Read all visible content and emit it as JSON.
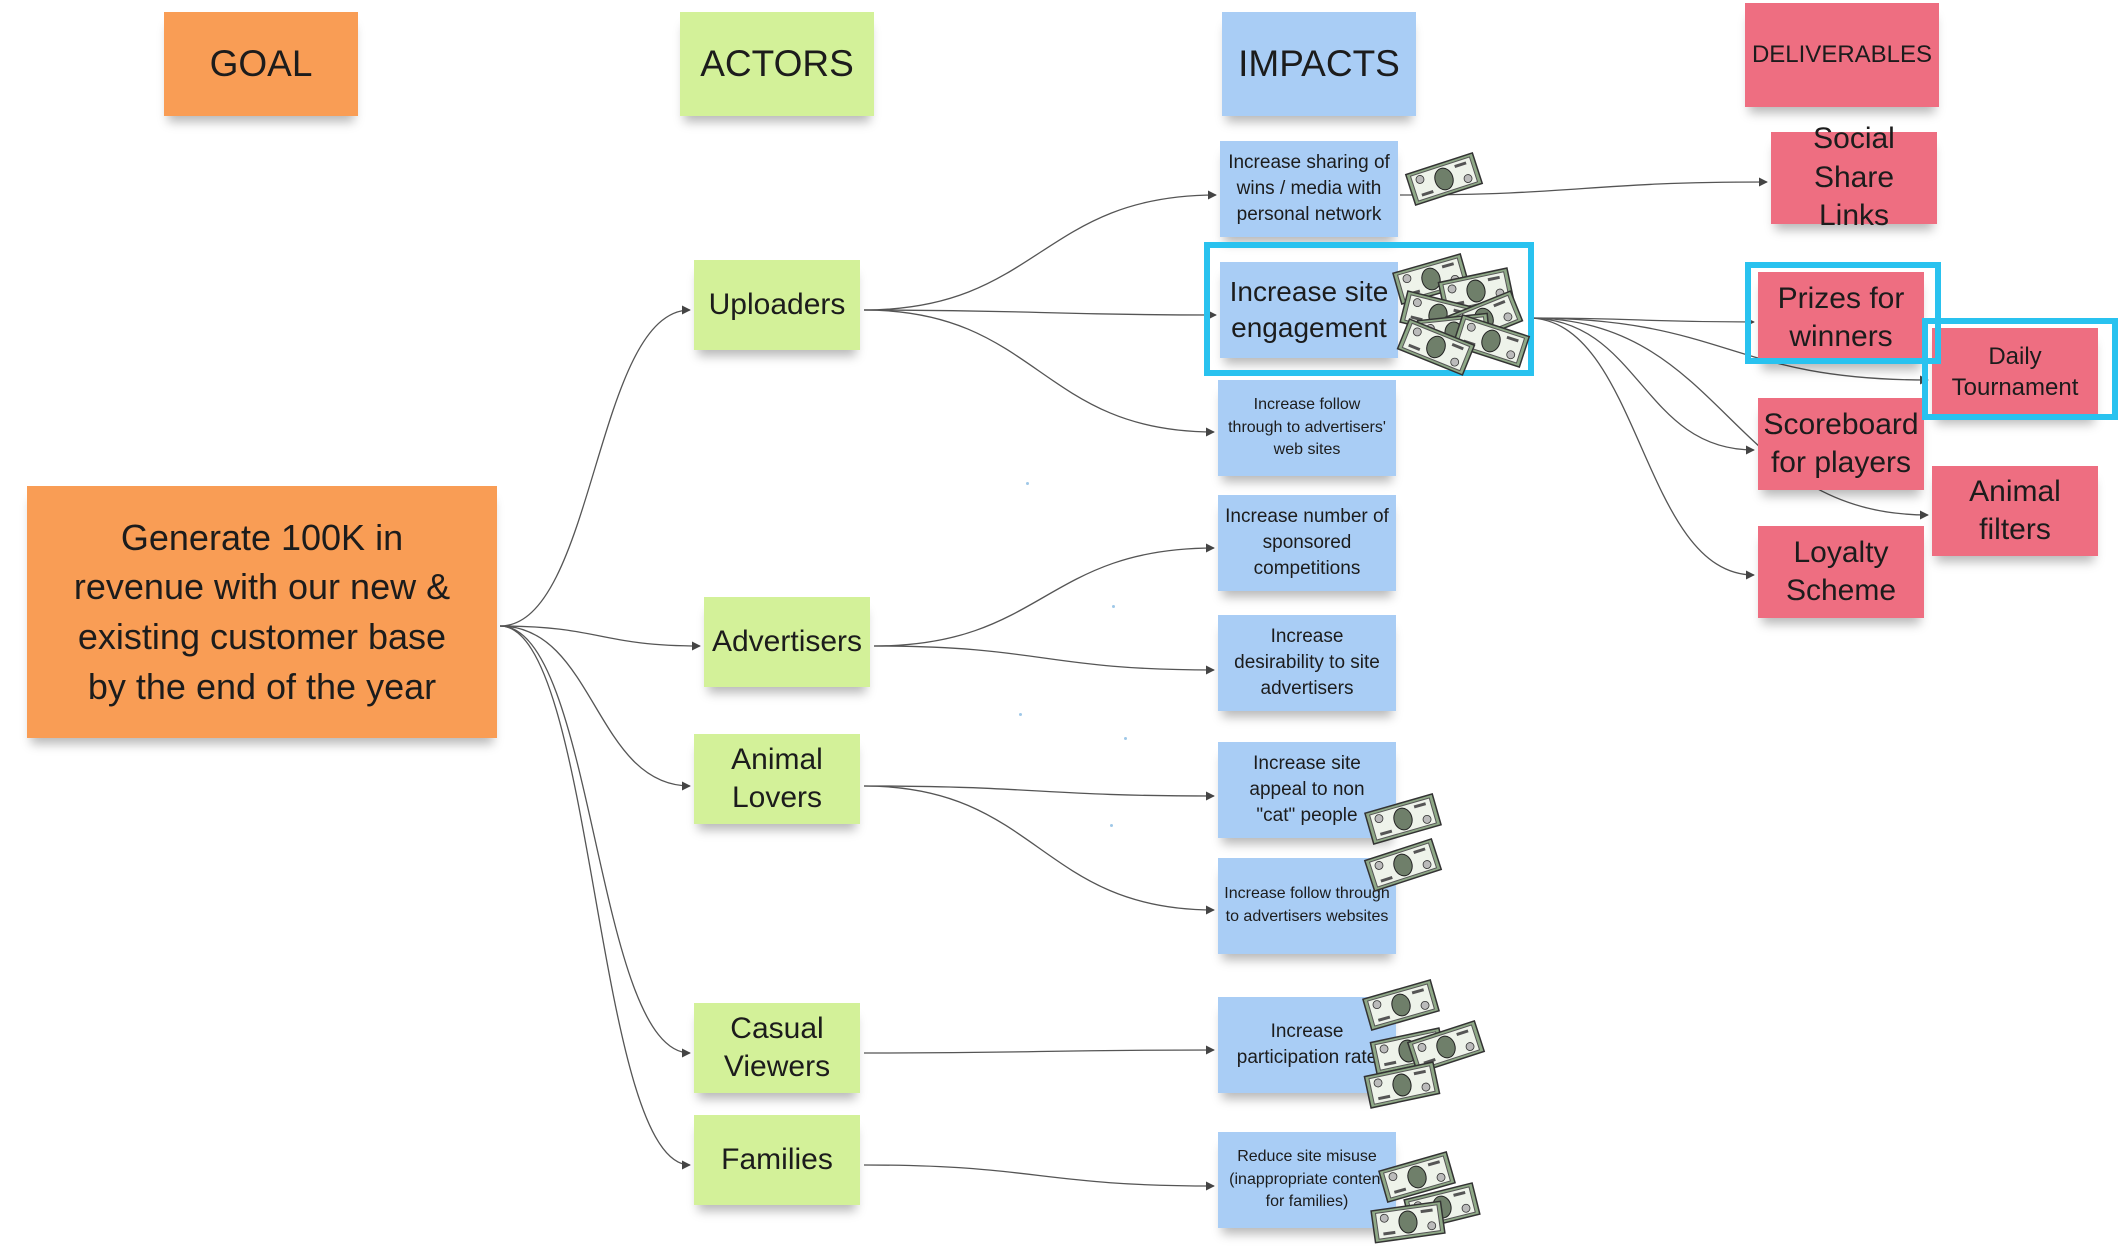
{
  "headers": {
    "goal": "GOAL",
    "actors": "ACTORS",
    "impacts": "IMPACTS",
    "deliverables": "DELIVERABLES"
  },
  "goal": {
    "text": "Generate 100K in revenue with our new & existing customer base by the end of the year"
  },
  "actors": [
    {
      "text": "Uploaders"
    },
    {
      "text": "Advertisers"
    },
    {
      "text": "Animal Lovers"
    },
    {
      "text": "Casual Viewers"
    },
    {
      "text": "Families"
    }
  ],
  "impacts": [
    {
      "text": "Increase sharing of wins / media with personal network"
    },
    {
      "text": "Increase site engagement"
    },
    {
      "text": "Increase follow through to advertisers' web sites"
    },
    {
      "text": "Increase number of sponsored competitions"
    },
    {
      "text": "Increase desirability to site advertisers"
    },
    {
      "text": "Increase site appeal to non \"cat\" people"
    },
    {
      "text": "Increase follow through to advertisers websites"
    },
    {
      "text": "Increase participation rate"
    },
    {
      "text": "Reduce site misuse (inappropriate content for families)"
    }
  ],
  "deliverables": [
    {
      "text": "Social Share Links"
    },
    {
      "text": "Prizes for winners"
    },
    {
      "text": "Daily Tournament"
    },
    {
      "text": "Scoreboard for players"
    },
    {
      "text": "Animal filters"
    },
    {
      "text": "Loyalty Scheme"
    }
  ],
  "colors": {
    "goal": "#f99d55",
    "actor": "#d3f199",
    "impact": "#a9cdf5",
    "deliverable": "#ee6e81",
    "highlight": "#29c2ef",
    "connector": "#555555",
    "money": "#8fa987"
  },
  "icons": {
    "money": "dollar-bill-icon"
  }
}
